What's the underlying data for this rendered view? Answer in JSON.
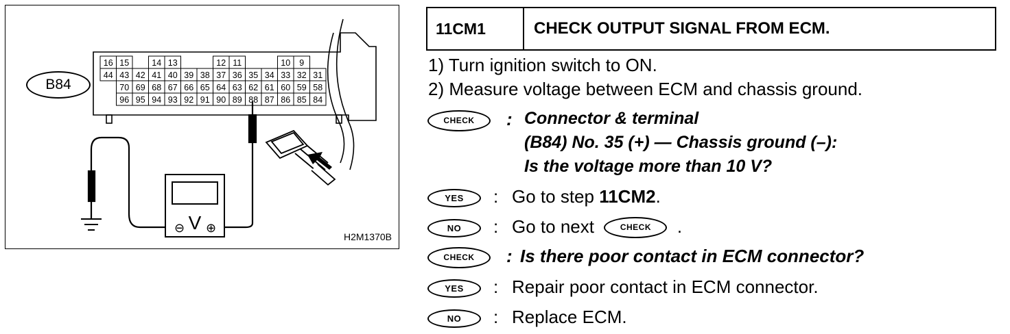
{
  "figure": {
    "connector_label": "B84",
    "figure_id": "H2M1370B",
    "meter_symbol": "V",
    "minus_symbol": "⊖",
    "plus_symbol": "⊕",
    "terminals": {
      "row1": [
        "16",
        "15",
        "14",
        "13",
        "12",
        "11",
        "10",
        "9"
      ],
      "row2": [
        "44",
        "43",
        "42",
        "41",
        "40",
        "39",
        "38",
        "37",
        "36",
        "35",
        "34",
        "33",
        "32",
        "31"
      ],
      "row3": [
        "70",
        "69",
        "68",
        "67",
        "66",
        "65",
        "64",
        "63",
        "62",
        "61",
        "60",
        "59",
        "58"
      ],
      "row4": [
        "96",
        "95",
        "94",
        "93",
        "92",
        "91",
        "90",
        "89",
        "88",
        "87",
        "86",
        "85",
        "84"
      ]
    }
  },
  "step": {
    "code": "11CM1",
    "title": "CHECK OUTPUT SIGNAL FROM ECM."
  },
  "instructions": {
    "item1": "1) Turn ignition switch to ON.",
    "item2": "2) Measure voltage between ECM and chassis ground."
  },
  "labels": {
    "check": "CHECK",
    "yes": "YES",
    "no": "NO",
    "colon": ":"
  },
  "check1": {
    "line1": "Connector & terminal",
    "line2": "(B84) No. 35 (+) — Chassis ground (–):",
    "line3": "Is the voltage more than 10 V?"
  },
  "yes1": {
    "prefix": "Go to step ",
    "target": "11CM2",
    "suffix": "."
  },
  "no1": {
    "prefix": "Go to next",
    "suffix": "."
  },
  "check2": {
    "question": "Is there poor contact in ECM connector?"
  },
  "yes2": {
    "text": "Repair poor contact in ECM connector."
  },
  "no2": {
    "text": "Replace ECM."
  }
}
